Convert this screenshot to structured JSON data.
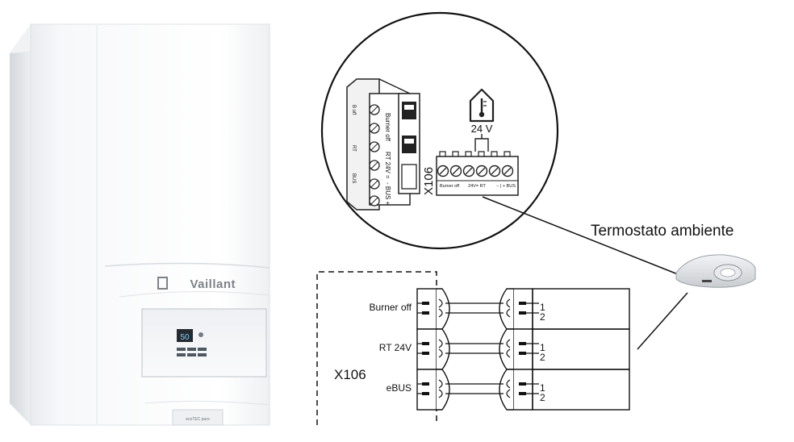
{
  "boiler": {
    "brand": "Vaillant",
    "model_badge": "ecoTEC pure",
    "display_value": "50"
  },
  "zoom": {
    "vertical_terminal_labels": [
      "Burner off",
      "RT 24V =",
      "- BUS +"
    ],
    "vertical_terminal_left_labels": [
      "B off",
      "RT",
      "BUS"
    ],
    "connector_id": "X106",
    "voltage": "24 V",
    "terminal_labels": [
      "Burner off",
      "24V= RT",
      "− | + BUS"
    ]
  },
  "thermostat_label": "Termostato ambiente",
  "wiring": {
    "connector_id": "X106",
    "rows": [
      {
        "label": "Burner off",
        "pins": [
          "1",
          "2"
        ]
      },
      {
        "label": "RT 24V",
        "pins": [
          "1",
          "2"
        ]
      },
      {
        "label": "eBUS",
        "pins": [
          "1",
          "2"
        ]
      }
    ]
  }
}
